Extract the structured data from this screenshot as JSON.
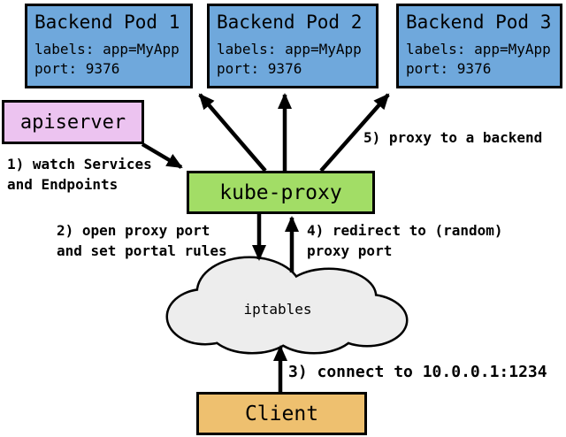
{
  "colors": {
    "background": "#ffffff",
    "outline": "#000000",
    "pod_fill": "#6fa8dc",
    "apiserver_fill": "#ecc3f0",
    "kube_proxy_fill": "#a2dd66",
    "client_fill": "#eec06f",
    "cloud_fill": "#ededed"
  },
  "pods": [
    {
      "title": "Backend Pod 1",
      "labels": "labels: app=MyApp",
      "port": "port: 9376"
    },
    {
      "title": "Backend Pod 2",
      "labels": "labels: app=MyApp",
      "port": "port: 9376"
    },
    {
      "title": "Backend Pod 3",
      "labels": "labels: app=MyApp",
      "port": "port: 9376"
    }
  ],
  "nodes": {
    "apiserver": "apiserver",
    "kube_proxy": "kube-proxy",
    "iptables": "iptables",
    "client": "Client"
  },
  "annotations": {
    "step1": "1) watch Services\nand Endpoints",
    "step2": "2) open proxy port\nand set portal rules",
    "step3": "3) connect to 10.0.0.1:1234",
    "step4": "4) redirect to (random)\nproxy port",
    "step5": "5) proxy to a backend"
  }
}
